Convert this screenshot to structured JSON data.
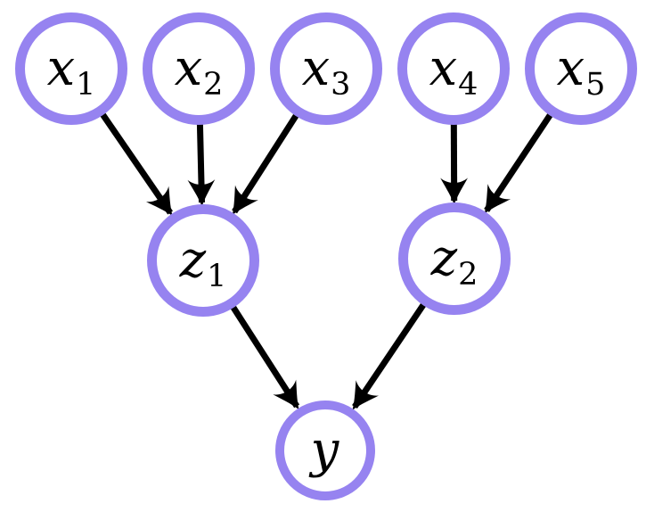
{
  "diagram": {
    "type": "directed-graph",
    "colors": {
      "node_border": "#9683F0",
      "node_fill": "#ffffff",
      "edge": "#000000",
      "background": "#ffffff"
    },
    "nodes": [
      {
        "id": "x1",
        "base": "x",
        "sub": "1"
      },
      {
        "id": "x2",
        "base": "x",
        "sub": "2"
      },
      {
        "id": "x3",
        "base": "x",
        "sub": "3"
      },
      {
        "id": "x4",
        "base": "x",
        "sub": "4"
      },
      {
        "id": "x5",
        "base": "x",
        "sub": "5"
      },
      {
        "id": "z1",
        "base": "z",
        "sub": "1"
      },
      {
        "id": "z2",
        "base": "z",
        "sub": "2"
      },
      {
        "id": "y",
        "base": "y",
        "sub": ""
      }
    ],
    "edges": [
      {
        "from": "x1",
        "to": "z1"
      },
      {
        "from": "x2",
        "to": "z1"
      },
      {
        "from": "x3",
        "to": "z1"
      },
      {
        "from": "x4",
        "to": "z2"
      },
      {
        "from": "x5",
        "to": "z2"
      },
      {
        "from": "z1",
        "to": "y"
      },
      {
        "from": "z2",
        "to": "y"
      }
    ]
  }
}
